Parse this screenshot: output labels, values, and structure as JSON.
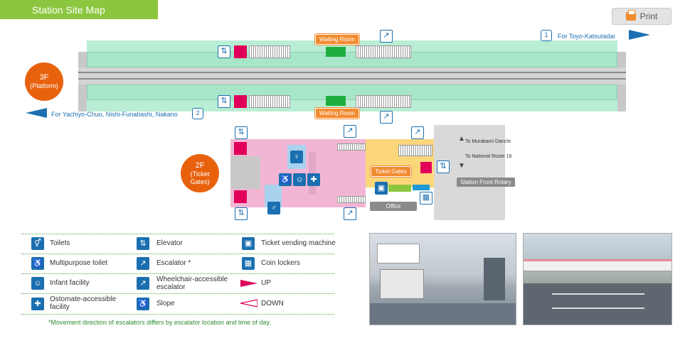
{
  "header": {
    "title": "Station Site Map",
    "print_label": "Print"
  },
  "floors": {
    "f3": "3F",
    "f3_sub": "(Platform)",
    "f2": "2F",
    "f2_sub": "(Ticket Gates)"
  },
  "map": {
    "dir_top_num": "1",
    "dir_top": "For Toyo-Katsutadai",
    "dir_bottom_num": "2",
    "dir_bottom": "For Yachiyo-Chuo, Nishi-Funabashi, Nakano",
    "waiting_room_top": "Waiting Room",
    "waiting_room_bottom": "Waiting Room",
    "ticket_gates": "Ticket Gates",
    "office": "Office",
    "to_murakami": "To Murakami Danchi",
    "to_route16": "To National Route 16",
    "rotary": "Station Front Rotary"
  },
  "legend": {
    "toilets": "Toilets",
    "multipurpose": "Multipurpose toilet",
    "infant": "Infant facility",
    "ostomate": "Ostomate-accessible facility",
    "elevator": "Elevator",
    "escalator": "Escalator *",
    "wheelchair_escalator": "Wheelchair-accessible escalator",
    "slope": "Slope",
    "ticket_machine": "Ticket vending machine",
    "coin_lockers": "Coin lockers",
    "up": "UP",
    "down": "DOWN",
    "note": "*Movement direction of escalators differs by escalator location and time of day."
  },
  "colors": {
    "accent_green": "#8cc63f",
    "floor_orange": "#e8620e",
    "icon_blue": "#1b6fb0",
    "up_magenta": "#e0005a",
    "platform_green": "#a8e6c9"
  },
  "icons": [
    "print-icon",
    "toilet-icon",
    "multipurpose-toilet-icon",
    "infant-icon",
    "ostomate-icon",
    "elevator-icon",
    "escalator-icon",
    "wheelchair-escalator-icon",
    "slope-icon",
    "ticket-machine-icon",
    "coin-locker-icon",
    "up-arrow-icon",
    "down-arrow-icon"
  ]
}
